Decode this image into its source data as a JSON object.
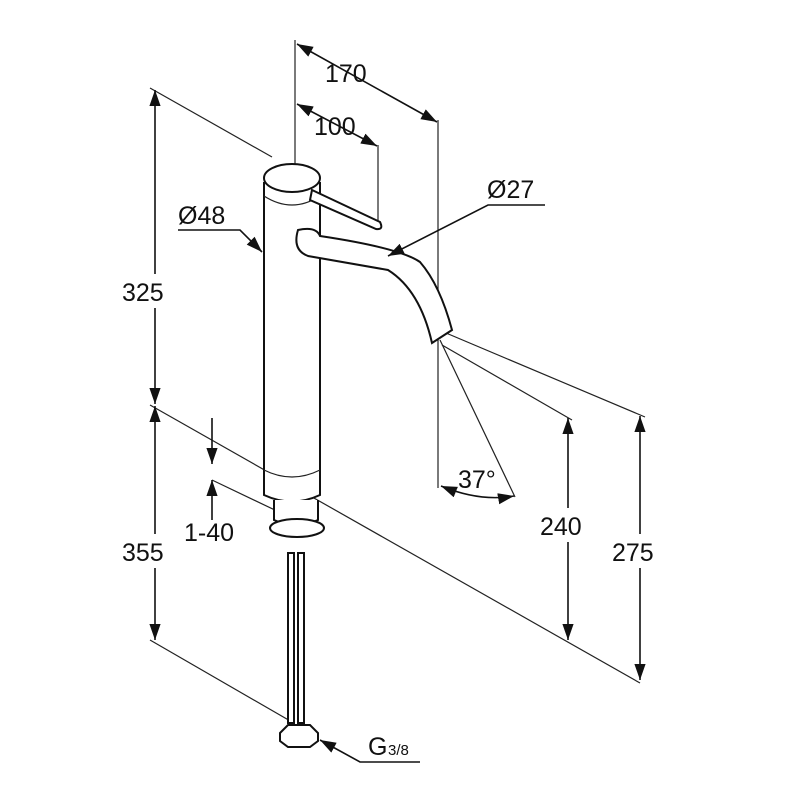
{
  "title": "Faucet dimension drawing",
  "dimensions": {
    "reach_total": "170",
    "lever_reach": "100",
    "spout_diameter": "Ø27",
    "body_diameter": "Ø48",
    "body_height": "325",
    "spout_angle": "37°",
    "counter_thickness": "1-40",
    "hose_length": "355",
    "outlet_height": "240",
    "top_height": "275",
    "connection_main": "G",
    "connection_fraction": "3/8"
  },
  "colors": {
    "line": "#111111",
    "background": "#ffffff"
  }
}
